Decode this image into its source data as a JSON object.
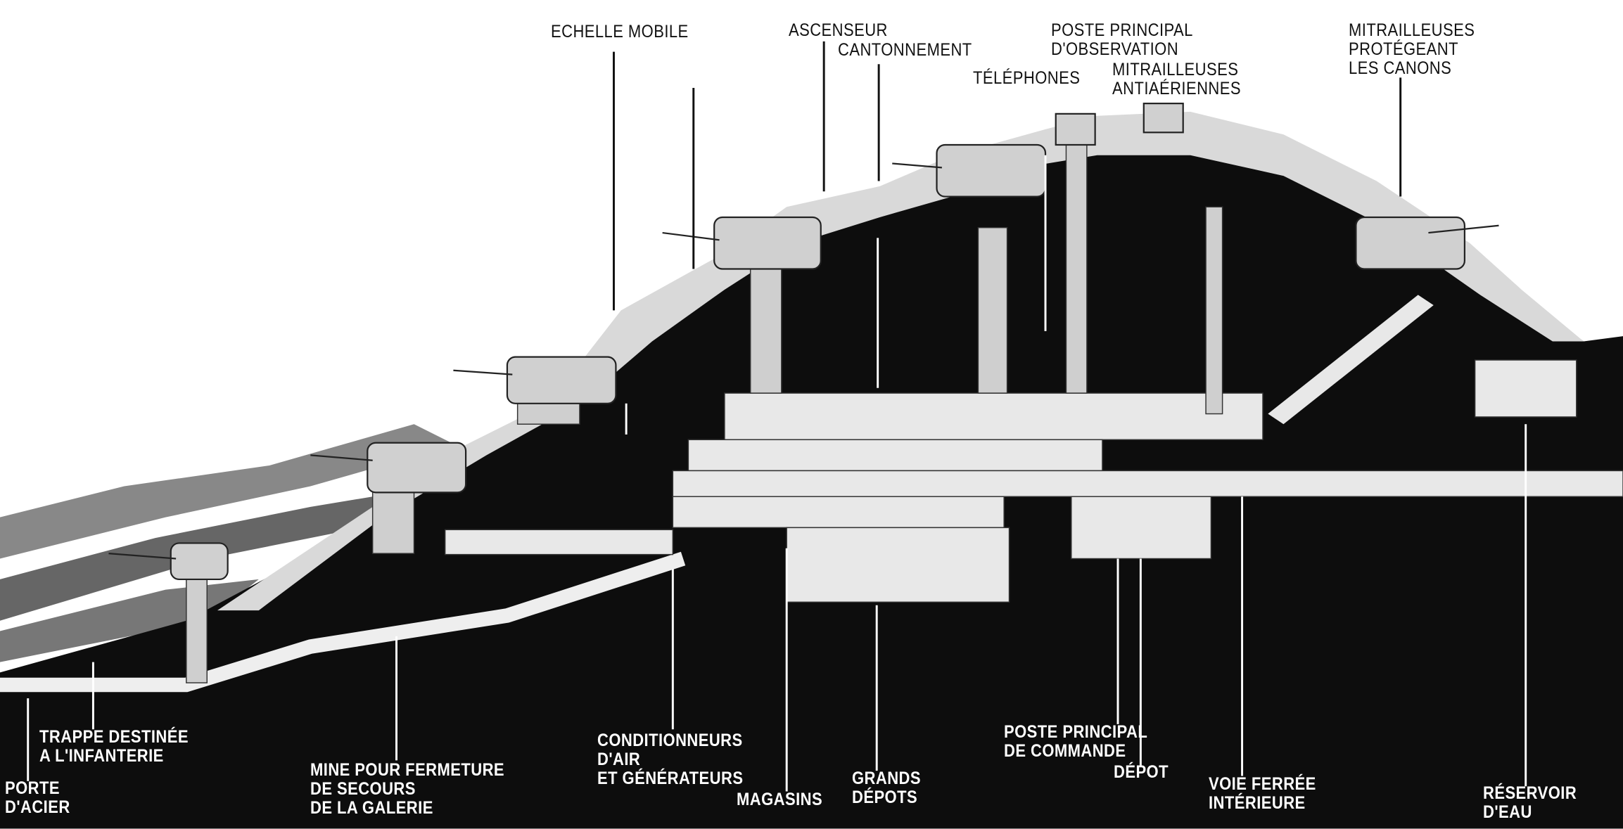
{
  "title": "Coupe d'un ouvrage de la ligne Maginot",
  "labels": {
    "echelle_mobile": "ECHELLE MOBILE",
    "ascenseur": "ASCENSEUR",
    "cantonnement": "CANTONNEMENT",
    "poste_observation": "POSTE PRINCIPAL\nD'OBSERVATION",
    "telephones": "TÉLÉPHONES",
    "mitrailleuses_antiaeriennes": "MITRAILLEUSES\nANTIAÉRIENNES",
    "mitrailleuses_canons": "MITRAILLEUSES\nPROTÉGEANT\nLES CANONS",
    "trappe": "TRAPPE DESTINÉE\nA L'INFANTERIE",
    "porte_acier": "PORTE\nD'ACIER",
    "mine": "MINE POUR FERMETURE\nDE SECOURS\nDE LA GALERIE",
    "conditionneurs": "CONDITIONNEURS\nD'AIR\nET GÉNÉRATEURS",
    "magasins": "MAGASINS",
    "grands_depots": "GRANDS\nDÉPOTS",
    "poste_commande": "POSTE PRINCIPAL\nDE COMMANDE",
    "depot": "DÉPOT",
    "voie_ferree": "VOIE FERRÉE\nINTÉRIEURE",
    "reservoir": "RÉSERVOIR\nD'EAU"
  },
  "colors": {
    "ground": "#0d0d0d",
    "structure": "#e8e8e8",
    "rock": "#bdbdbd",
    "sky": "#ffffff"
  }
}
